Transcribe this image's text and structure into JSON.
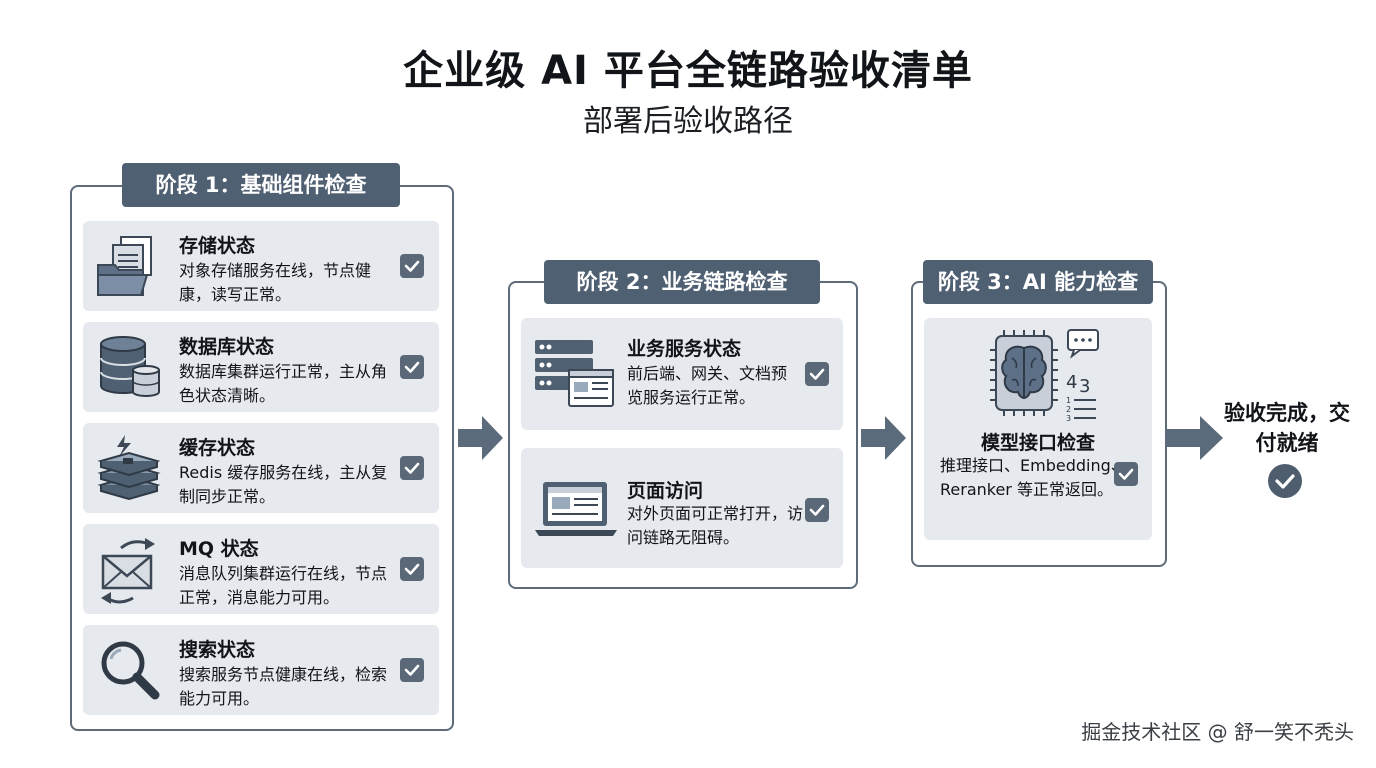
{
  "title": "企业级 AI 平台全链路验收清单",
  "subtitle": "部署后验收路径",
  "stages": [
    {
      "heading": "阶段 1：基础组件检查",
      "items": [
        {
          "title": "存储状态",
          "desc": "对象存储服务在线，节点健康，读写正常。",
          "icon": "documents-folder-icon",
          "checked": true
        },
        {
          "title": "数据库状态",
          "desc": "数据库集群运行正常，主从角色状态清晰。",
          "icon": "database-icon",
          "checked": true
        },
        {
          "title": "缓存状态",
          "desc": "Redis 缓存服务在线，主从复制同步正常。",
          "icon": "cache-stack-icon",
          "checked": true
        },
        {
          "title": "MQ 状态",
          "desc": "消息队列集群运行在线，节点正常，消息能力可用。",
          "icon": "message-envelope-icon",
          "checked": true
        },
        {
          "title": "搜索状态",
          "desc": "搜索服务节点健康在线，检索能力可用。",
          "icon": "magnifier-icon",
          "checked": true
        }
      ]
    },
    {
      "heading": "阶段 2：业务链路检查",
      "items": [
        {
          "title": "业务服务状态",
          "desc": "前后端、网关、文档预览服务运行正常。",
          "icon": "server-window-icon",
          "checked": true
        },
        {
          "title": "页面访问",
          "desc": "对外页面可正常打开，访问链路无阻碍。",
          "icon": "laptop-icon",
          "checked": true
        }
      ]
    },
    {
      "heading": "阶段 3：AI 能力检查",
      "items": [
        {
          "title": "模型接口检查",
          "desc": "推理接口、Embedding、Reranker 等正常返回。",
          "icon": "ai-chip-brain-icon",
          "checked": true
        }
      ]
    }
  ],
  "final": {
    "label": "验收完成，交付就绪",
    "icon": "check-circle-icon"
  },
  "watermark": "掘金技术社区 @ 舒一笑不秃头",
  "colors": {
    "stage_header": "#4f6072",
    "card": "#e6e9ee",
    "border": "#5e6b78",
    "check": "#5a6878",
    "arrow": "#5b6b7c"
  }
}
